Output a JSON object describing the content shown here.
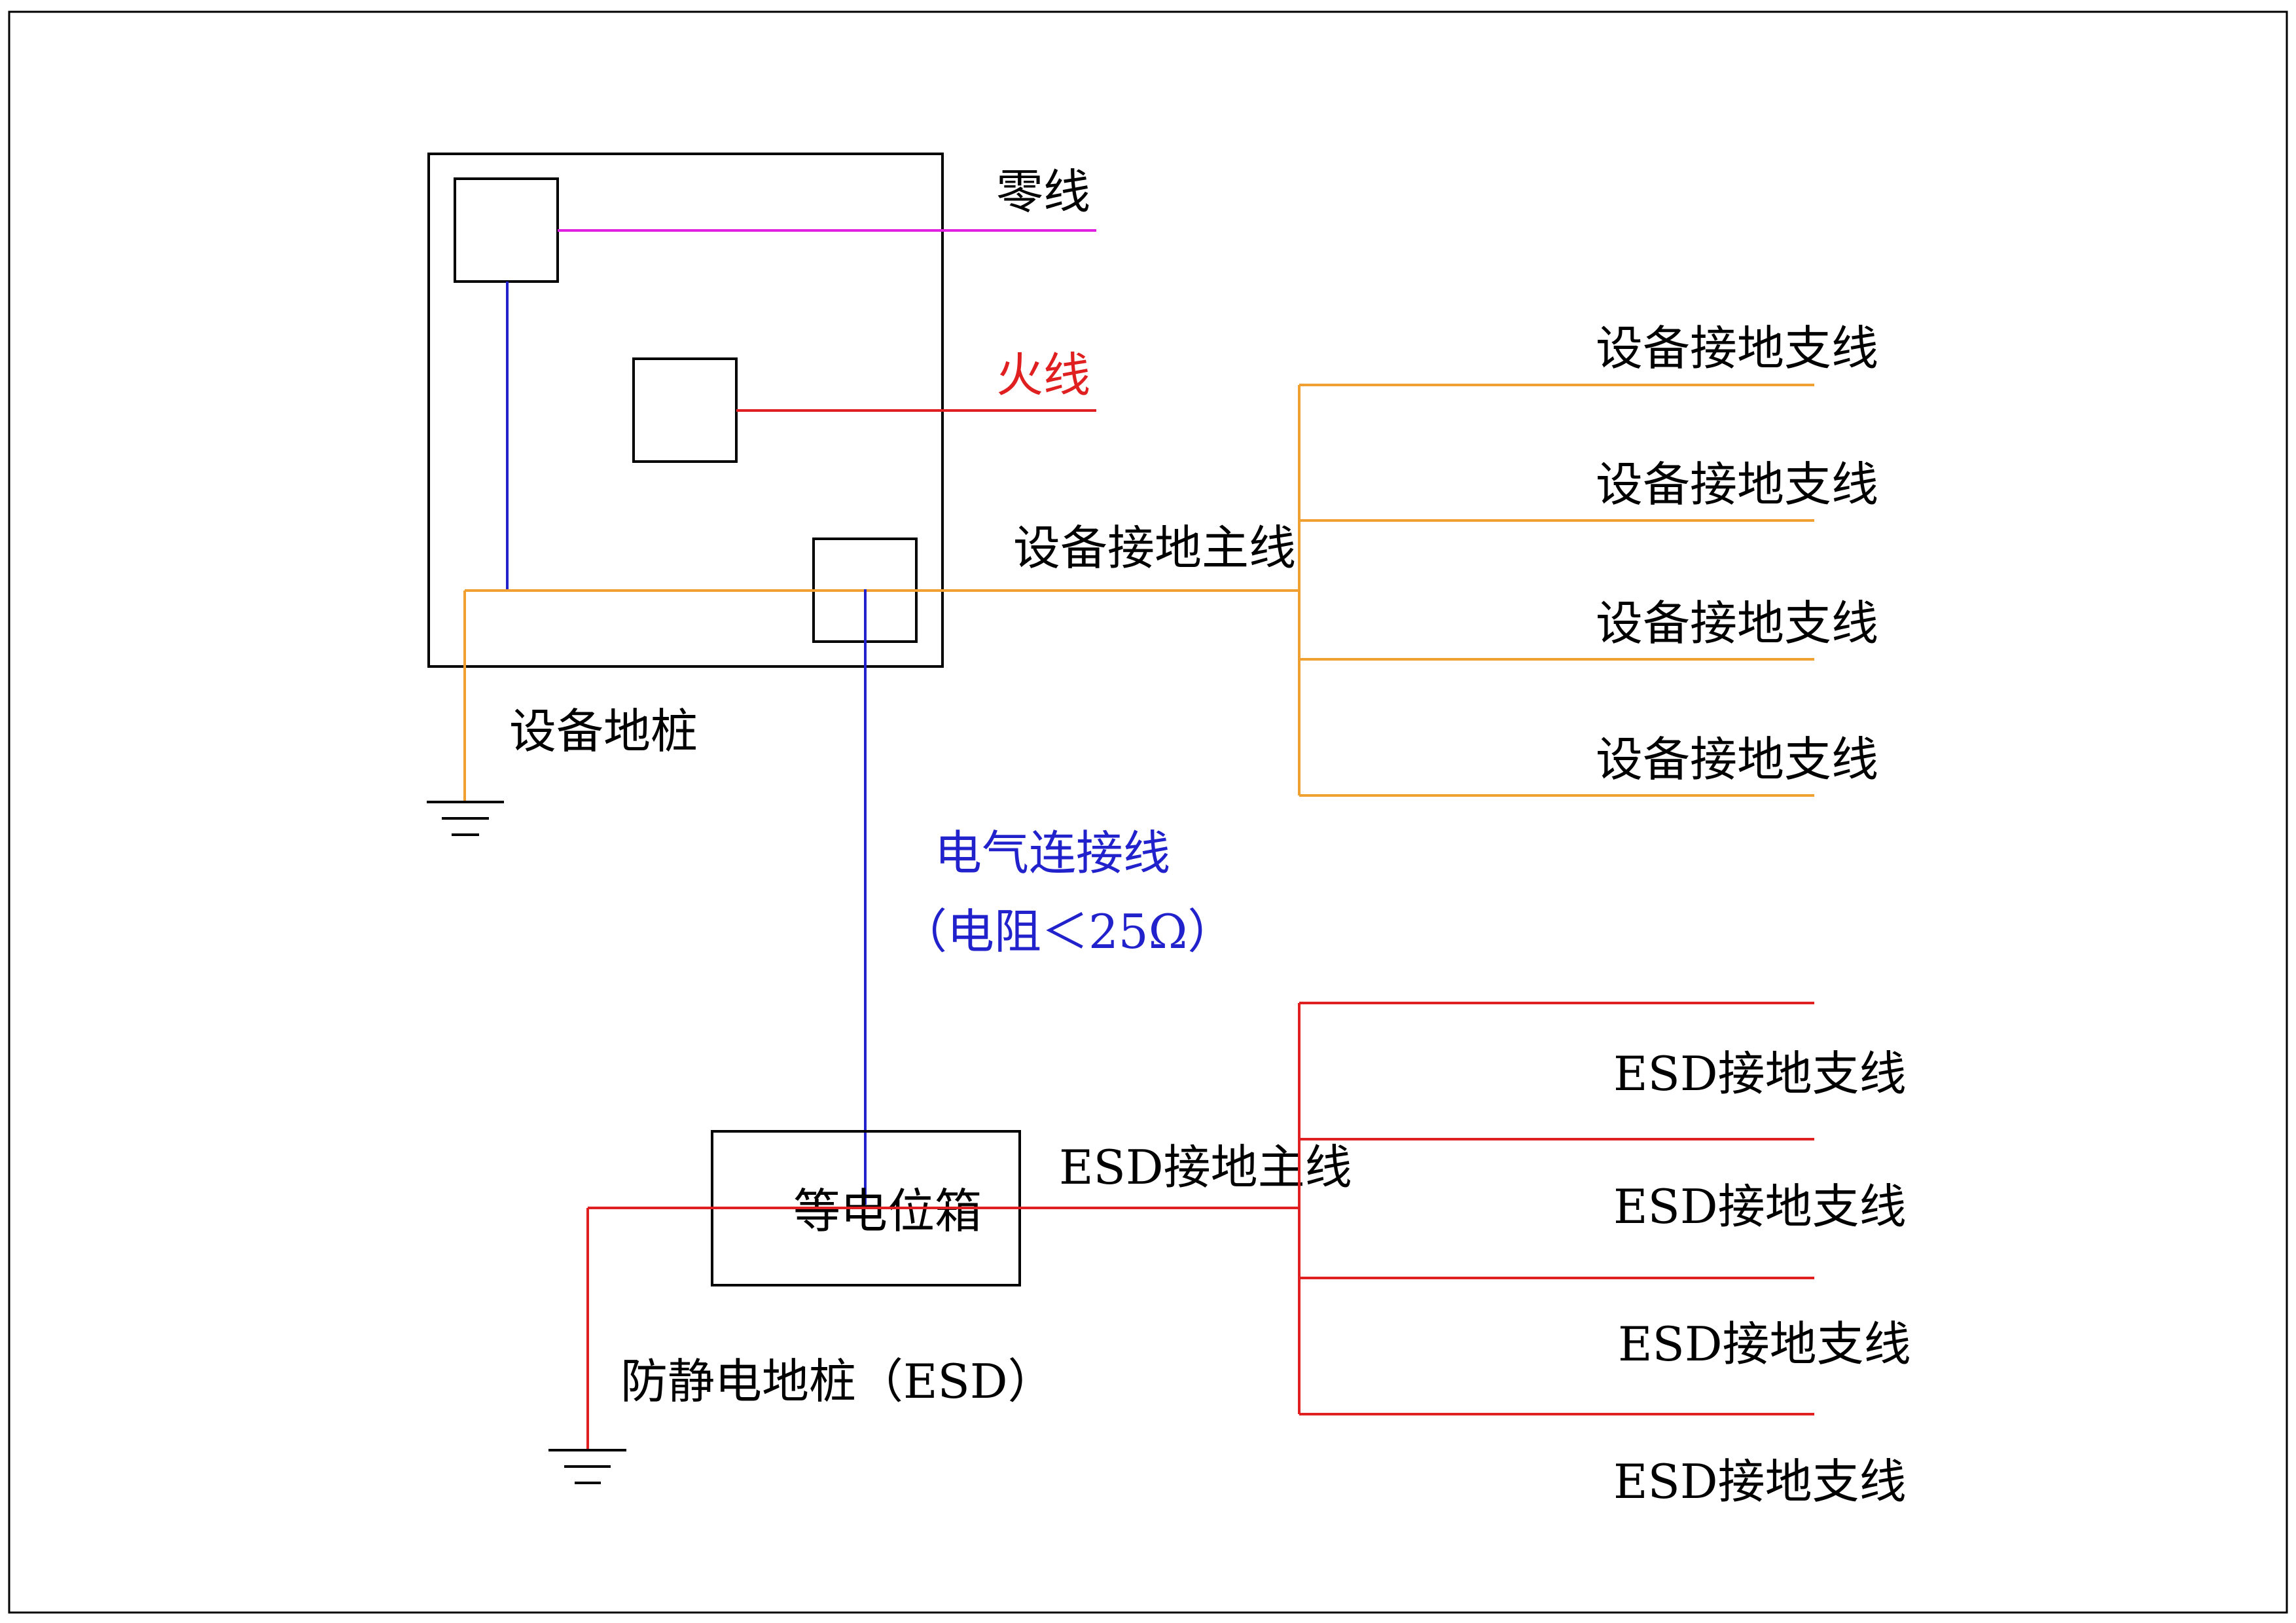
{
  "labels": {
    "neutral_line": "零线",
    "live_line": "火线",
    "equipment_ground_main": "设备接地主线",
    "equipment_ground_pile": "设备地桩",
    "equipment_branches": [
      "设备接地支线",
      "设备接地支线",
      "设备接地支线",
      "设备接地支线"
    ],
    "electrical_connection": "电气连接线",
    "resistance_note": "（电阻＜25Ω）",
    "equipotential_box": "等电位箱",
    "esd_ground_main": "ESD接地主线",
    "esd_ground_pile": "防静电地桩（ESD）",
    "esd_branches": [
      "ESD接地支线",
      "ESD接地支线",
      "ESD接地支线",
      "ESD接地支线"
    ]
  },
  "colors": {
    "neutral": "#e020e0",
    "live": "#e02020",
    "equipment_ground": "#f0a030",
    "connection": "#2222cc",
    "esd_ground": "#e02020",
    "outline": "#000000"
  }
}
